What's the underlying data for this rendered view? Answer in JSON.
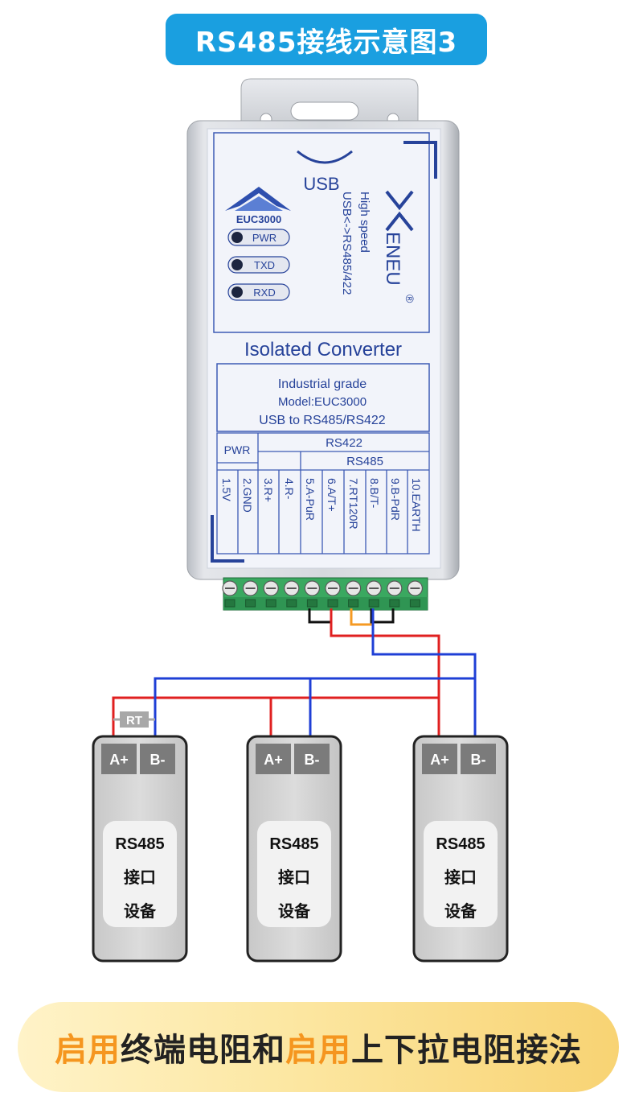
{
  "title": "RS485接线示意图3",
  "converter": {
    "usb_label": "USB",
    "product_code": "EUC3000",
    "leds": [
      "PWR",
      "TXD",
      "RXD"
    ],
    "speed_line1": "High speed",
    "speed_line2": "USB<->RS485/422",
    "brand": "ENEU",
    "registered_mark": "®",
    "name": "Isolated Converter",
    "grade": "Industrial grade",
    "model": "Model:EUC3000",
    "desc": "USB to RS485/RS422",
    "pwr_header": "PWR",
    "rs422_header": "RS422",
    "rs485_header": "RS485",
    "pins": [
      "1.5V",
      "2.GND",
      "3.R+",
      "4.R-",
      "5.A-PuR",
      "6.A/T+",
      "7.RT120R",
      "8.B/T-",
      "9.B-PdR",
      "10.EARTH"
    ]
  },
  "resistor_label": "RT",
  "devices": [
    {
      "a": "A+",
      "b": "B-",
      "l1": "RS485",
      "l2": "接口",
      "l3": "设备"
    },
    {
      "a": "A+",
      "b": "B-",
      "l1": "RS485",
      "l2": "接口",
      "l3": "设备"
    },
    {
      "a": "A+",
      "b": "B-",
      "l1": "RS485",
      "l2": "接口",
      "l3": "设备"
    }
  ],
  "bottom_banner": {
    "p1": "启用",
    "p2": "终端电阻和",
    "p3": "启用",
    "p4": "上下拉电阻接法"
  },
  "colors": {
    "title_bg": "#1a9fe0",
    "wire_a": "#e02020",
    "wire_b": "#1f3fd6",
    "wire_short_black": "#111111",
    "wire_short_orange": "#f59a23",
    "terminal_green": "#3aa860",
    "label_blue": "#27439a",
    "banner_highlight": "#f5961f"
  }
}
